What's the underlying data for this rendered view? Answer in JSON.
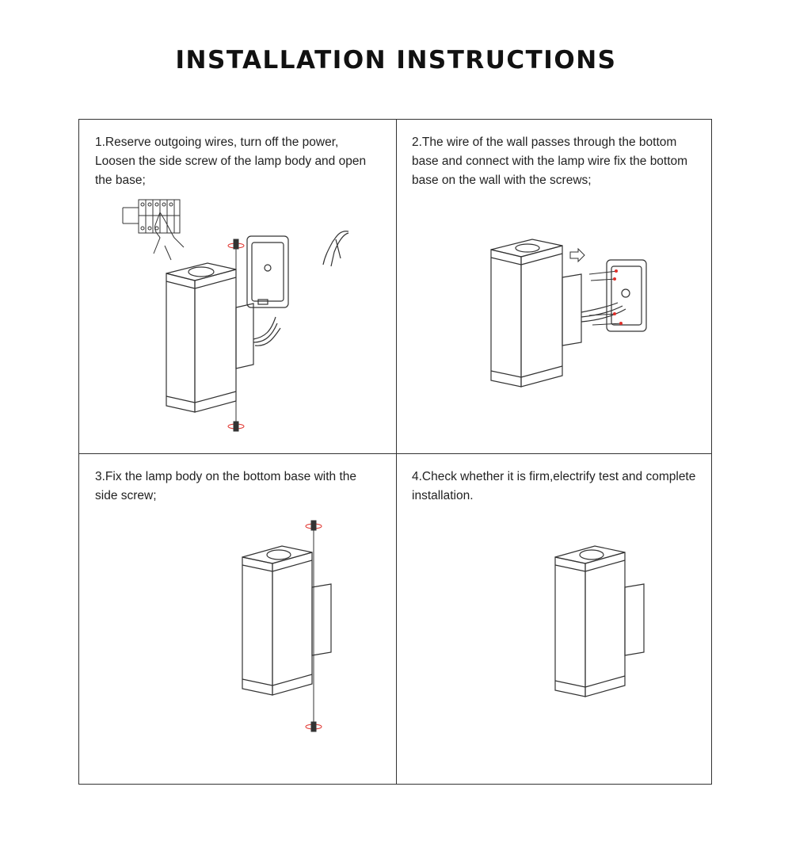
{
  "header": {
    "title": "INSTALLATION INSTRUCTIONS"
  },
  "steps": [
    {
      "text": "1.Reserve outgoing wires, turn off the power, Loosen the side screw of the lamp body and open the base;"
    },
    {
      "text": "2.The wire of the wall passes through the bottom base and connect with the lamp wire fix the bottom base on the wall with the screws;"
    },
    {
      "text": "3.Fix the lamp body on the bottom base with the side screw;"
    },
    {
      "text": "4.Check whether it is firm,electrify test and complete installation."
    }
  ],
  "colors": {
    "line": "#333333",
    "accent": "#e0302a"
  },
  "icons": [
    "terminal-block-icon",
    "hand-icon",
    "screw-icon",
    "wire-icon",
    "arrow-right-icon",
    "lamp-icon",
    "base-plate-icon"
  ]
}
